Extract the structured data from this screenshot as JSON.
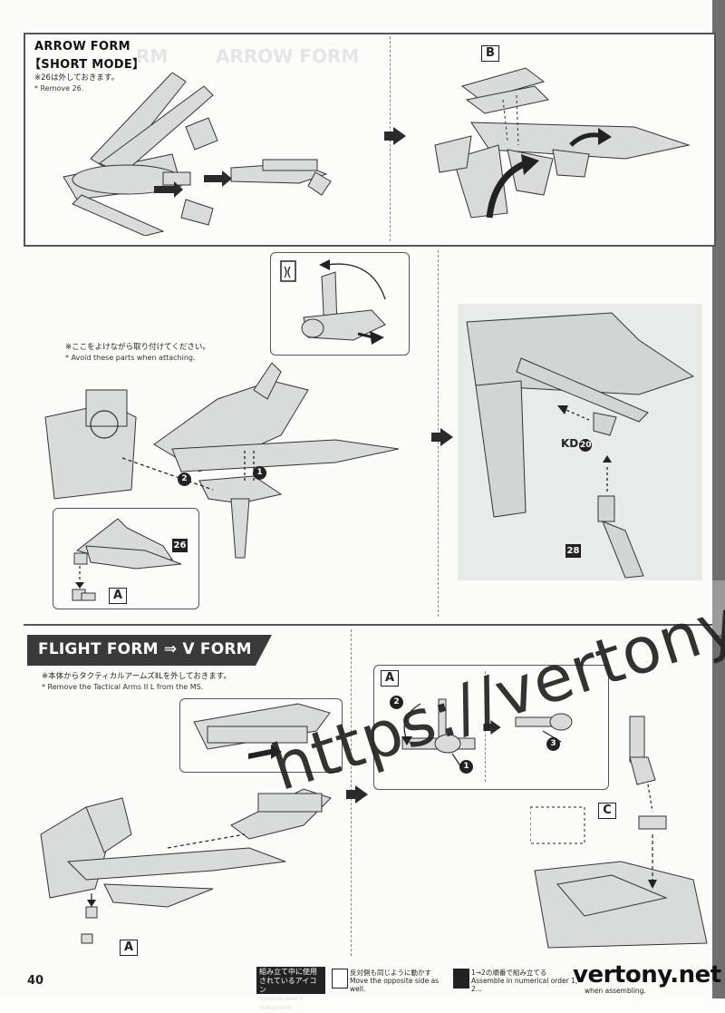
{
  "page_number": "40",
  "sections": {
    "arrow_form": {
      "title_line1": "ARROW FORM",
      "title_line2": "【SHORT MODE】",
      "note_jp": "※26は外しておきます。",
      "note_en": "* Remove 26.",
      "label_b": "B"
    },
    "attach": {
      "note_jp": "※ここをよけながら取り付けてください。",
      "note_en": "* Avoid these parts when attaching.",
      "part_26": "26",
      "label_a": "A",
      "kd_label": "KD",
      "kd_num": "20",
      "part_28": "28",
      "step1": "1",
      "step2": "2"
    },
    "flight_form": {
      "banner": "FLIGHT FORM ⇒ V FORM",
      "note_jp": "※本体からタクティカルアームズⅡLを外しておきます。",
      "note_en": "* Remove the Tactical Arms II L from the MS.",
      "label_a": "A",
      "inset_label_a": "A",
      "step1": "1",
      "step2": "2",
      "step3": "3",
      "label_c": "C"
    }
  },
  "footer": {
    "legend_title_jp": "組み立て中に使用されているアイコン",
    "legend_title_en": "Symbols used in instructions",
    "item1_jp": "反対側も同じように動かす",
    "item1_en": "Move the opposite side as well.",
    "item2_jp": "1→2の順番で組み立てる",
    "item2_en": "Assemble in numerical order 1, 2...",
    "item3_en": "when assembling."
  },
  "watermark": "https://vertony.net",
  "logo_text": "vertony.net",
  "colors": {
    "ink": "#222222",
    "frame": "#555555",
    "paper": "#fbfbf9",
    "part_fill": "#d9dbdb"
  }
}
